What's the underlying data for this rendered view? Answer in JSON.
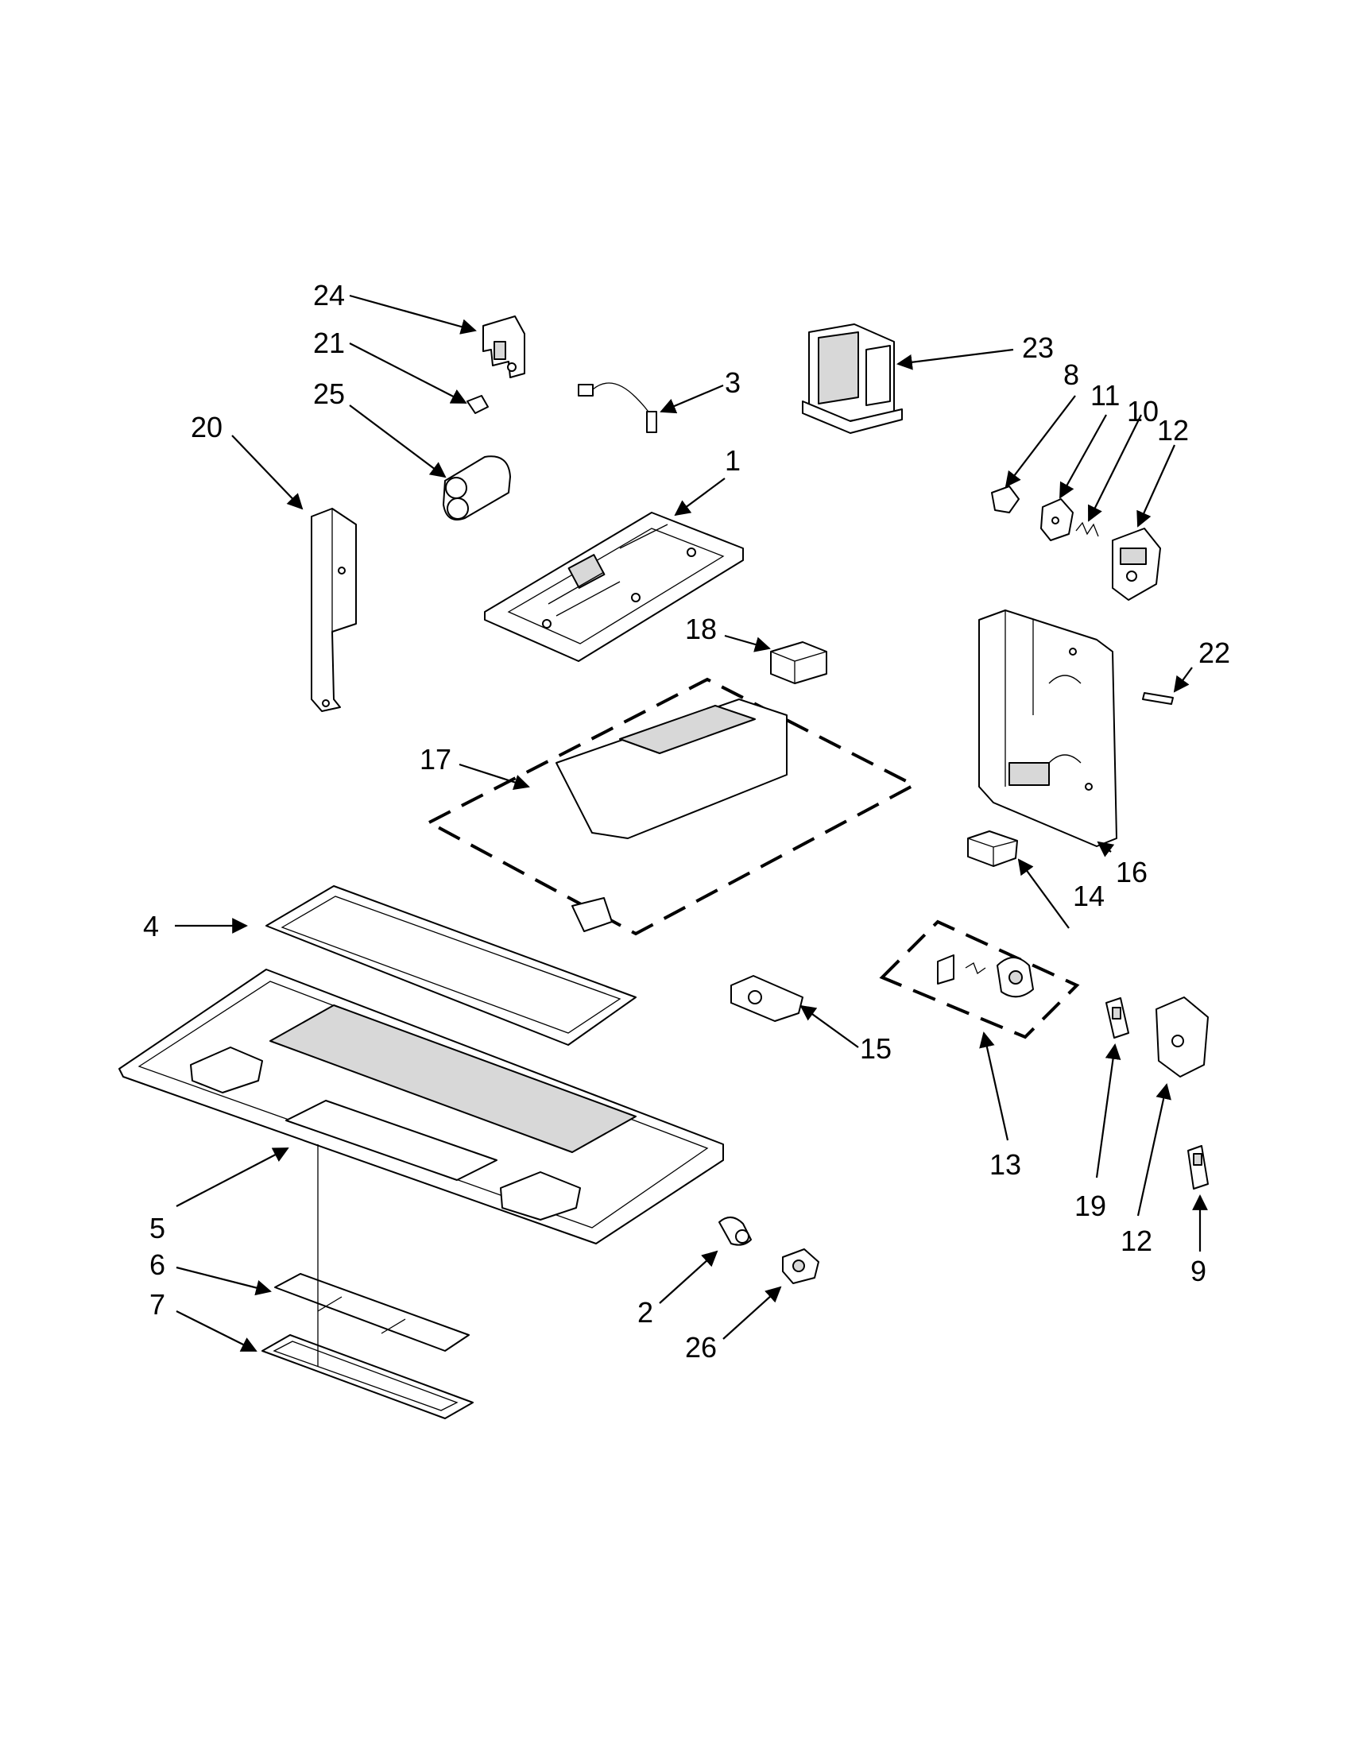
{
  "callouts": [
    {
      "id": "c1",
      "label": "1"
    },
    {
      "id": "c2",
      "label": "2"
    },
    {
      "id": "c3",
      "label": "3"
    },
    {
      "id": "c4",
      "label": "4"
    },
    {
      "id": "c5",
      "label": "5"
    },
    {
      "id": "c6",
      "label": "6"
    },
    {
      "id": "c7",
      "label": "7"
    },
    {
      "id": "c8",
      "label": "8"
    },
    {
      "id": "c9",
      "label": "9"
    },
    {
      "id": "c10",
      "label": "10"
    },
    {
      "id": "c11",
      "label": "11"
    },
    {
      "id": "c12a",
      "label": "12"
    },
    {
      "id": "c12b",
      "label": "12"
    },
    {
      "id": "c13",
      "label": "13"
    },
    {
      "id": "c14",
      "label": "14"
    },
    {
      "id": "c15",
      "label": "15"
    },
    {
      "id": "c16",
      "label": "16"
    },
    {
      "id": "c17",
      "label": "17"
    },
    {
      "id": "c18",
      "label": "18"
    },
    {
      "id": "c19",
      "label": "19"
    },
    {
      "id": "c20",
      "label": "20"
    },
    {
      "id": "c21",
      "label": "21"
    },
    {
      "id": "c22",
      "label": "22"
    },
    {
      "id": "c23",
      "label": "23"
    },
    {
      "id": "c24",
      "label": "24"
    },
    {
      "id": "c25",
      "label": "25"
    },
    {
      "id": "c26",
      "label": "26"
    }
  ]
}
